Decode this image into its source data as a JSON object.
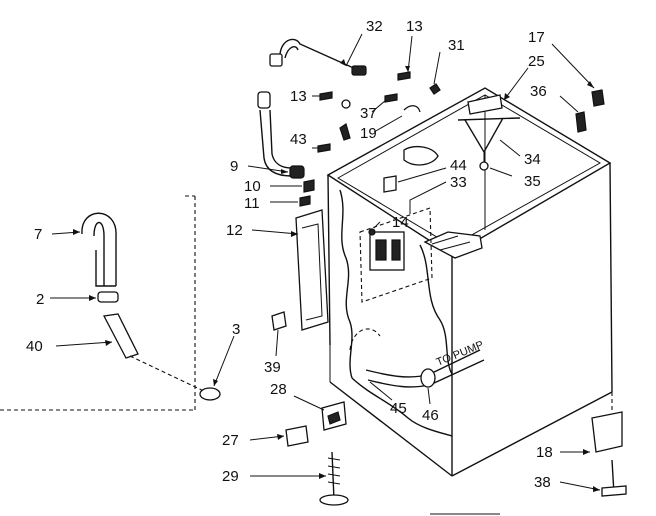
{
  "diagram": {
    "callouts": [
      {
        "id": "c32",
        "text": "32"
      },
      {
        "id": "c13a",
        "text": "13"
      },
      {
        "id": "c31",
        "text": "31"
      },
      {
        "id": "c17",
        "text": "17"
      },
      {
        "id": "c25",
        "text": "25"
      },
      {
        "id": "c36",
        "text": "36"
      },
      {
        "id": "c13b",
        "text": "13"
      },
      {
        "id": "c37",
        "text": "37"
      },
      {
        "id": "c19",
        "text": "19"
      },
      {
        "id": "c43",
        "text": "43"
      },
      {
        "id": "c34",
        "text": "34"
      },
      {
        "id": "c9",
        "text": "9"
      },
      {
        "id": "c44",
        "text": "44"
      },
      {
        "id": "c35",
        "text": "35"
      },
      {
        "id": "c10",
        "text": "10"
      },
      {
        "id": "c33",
        "text": "33"
      },
      {
        "id": "c11",
        "text": "11"
      },
      {
        "id": "c14",
        "text": "14"
      },
      {
        "id": "c7",
        "text": "7"
      },
      {
        "id": "c12",
        "text": "12"
      },
      {
        "id": "c2",
        "text": "2"
      },
      {
        "id": "c3",
        "text": "3"
      },
      {
        "id": "c40",
        "text": "40"
      },
      {
        "id": "c39",
        "text": "39"
      },
      {
        "id": "c28",
        "text": "28"
      },
      {
        "id": "c45",
        "text": "45"
      },
      {
        "id": "c46",
        "text": "46"
      },
      {
        "id": "c27",
        "text": "27"
      },
      {
        "id": "c18",
        "text": "18"
      },
      {
        "id": "c29",
        "text": "29"
      },
      {
        "id": "c38",
        "text": "38"
      }
    ],
    "pump_note": "TO PUMP"
  }
}
